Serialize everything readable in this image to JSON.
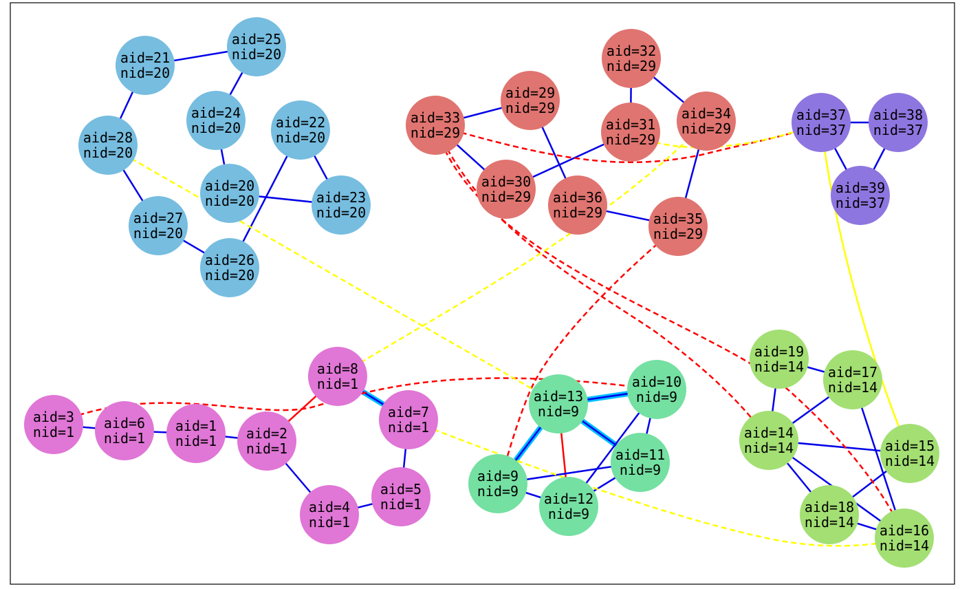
{
  "colors": {
    "group_1": "#e076d6",
    "group_9": "#74e0a2",
    "group_14": "#a3df73",
    "group_20": "#76bde0",
    "group_29": "#e07470",
    "group_37": "#8e76e0",
    "edge_blue": "#0000e8",
    "edge_red": "#ff0000",
    "edge_yellow": "#ffff00",
    "edge_highlight": "#00bfff",
    "frame": "#000000"
  },
  "nodes": [
    {
      "id": "n3",
      "aid_text": "aid=3",
      "nid_text": "nid=1",
      "group": "group_1"
    },
    {
      "id": "n6",
      "aid_text": "aid=6",
      "nid_text": "nid=1",
      "group": "group_1"
    },
    {
      "id": "n1",
      "aid_text": "aid=1",
      "nid_text": "nid=1",
      "group": "group_1"
    },
    {
      "id": "n2",
      "aid_text": "aid=2",
      "nid_text": "nid=1",
      "group": "group_1"
    },
    {
      "id": "n8",
      "aid_text": "aid=8",
      "nid_text": "nid=1",
      "group": "group_1"
    },
    {
      "id": "n7",
      "aid_text": "aid=7",
      "nid_text": "nid=1",
      "group": "group_1"
    },
    {
      "id": "n4",
      "aid_text": "aid=4",
      "nid_text": "nid=1",
      "group": "group_1"
    },
    {
      "id": "n5",
      "aid_text": "aid=5",
      "nid_text": "nid=1",
      "group": "group_1"
    },
    {
      "id": "n13",
      "aid_text": "aid=13",
      "nid_text": "nid=9",
      "group": "group_9"
    },
    {
      "id": "n10",
      "aid_text": "aid=10",
      "nid_text": "nid=9",
      "group": "group_9"
    },
    {
      "id": "n11",
      "aid_text": "aid=11",
      "nid_text": "nid=9",
      "group": "group_9"
    },
    {
      "id": "n9",
      "aid_text": "aid=9",
      "nid_text": "nid=9",
      "group": "group_9"
    },
    {
      "id": "n12",
      "aid_text": "aid=12",
      "nid_text": "nid=9",
      "group": "group_9"
    },
    {
      "id": "n19",
      "aid_text": "aid=19",
      "nid_text": "nid=14",
      "group": "group_14"
    },
    {
      "id": "n17",
      "aid_text": "aid=17",
      "nid_text": "nid=14",
      "group": "group_14"
    },
    {
      "id": "n14",
      "aid_text": "aid=14",
      "nid_text": "nid=14",
      "group": "group_14"
    },
    {
      "id": "n15",
      "aid_text": "aid=15",
      "nid_text": "nid=14",
      "group": "group_14"
    },
    {
      "id": "n18",
      "aid_text": "aid=18",
      "nid_text": "nid=14",
      "group": "group_14"
    },
    {
      "id": "n16",
      "aid_text": "aid=16",
      "nid_text": "nid=14",
      "group": "group_14"
    },
    {
      "id": "n21",
      "aid_text": "aid=21",
      "nid_text": "nid=20",
      "group": "group_20"
    },
    {
      "id": "n25",
      "aid_text": "aid=25",
      "nid_text": "nid=20",
      "group": "group_20"
    },
    {
      "id": "n24",
      "aid_text": "aid=24",
      "nid_text": "nid=20",
      "group": "group_20"
    },
    {
      "id": "n22",
      "aid_text": "aid=22",
      "nid_text": "nid=20",
      "group": "group_20"
    },
    {
      "id": "n28",
      "aid_text": "aid=28",
      "nid_text": "nid=20",
      "group": "group_20"
    },
    {
      "id": "n20",
      "aid_text": "aid=20",
      "nid_text": "nid=20",
      "group": "group_20"
    },
    {
      "id": "n23",
      "aid_text": "aid=23",
      "nid_text": "nid=20",
      "group": "group_20"
    },
    {
      "id": "n27",
      "aid_text": "aid=27",
      "nid_text": "nid=20",
      "group": "group_20"
    },
    {
      "id": "n26",
      "aid_text": "aid=26",
      "nid_text": "nid=20",
      "group": "group_20"
    },
    {
      "id": "n32",
      "aid_text": "aid=32",
      "nid_text": "nid=29",
      "group": "group_29"
    },
    {
      "id": "n29",
      "aid_text": "aid=29",
      "nid_text": "nid=29",
      "group": "group_29"
    },
    {
      "id": "n33",
      "aid_text": "aid=33",
      "nid_text": "nid=29",
      "group": "group_29"
    },
    {
      "id": "n31",
      "aid_text": "aid=31",
      "nid_text": "nid=29",
      "group": "group_29"
    },
    {
      "id": "n34",
      "aid_text": "aid=34",
      "nid_text": "nid=29",
      "group": "group_29"
    },
    {
      "id": "n30",
      "aid_text": "aid=30",
      "nid_text": "nid=29",
      "group": "group_29"
    },
    {
      "id": "n36",
      "aid_text": "aid=36",
      "nid_text": "nid=29",
      "group": "group_29"
    },
    {
      "id": "n35",
      "aid_text": "aid=35",
      "nid_text": "nid=29",
      "group": "group_29"
    },
    {
      "id": "n37",
      "aid_text": "aid=37",
      "nid_text": "nid=37",
      "group": "group_37"
    },
    {
      "id": "n38",
      "aid_text": "aid=38",
      "nid_text": "nid=37",
      "group": "group_37"
    },
    {
      "id": "n39",
      "aid_text": "aid=39",
      "nid_text": "nid=37",
      "group": "group_37"
    }
  ],
  "edges": [
    {
      "from": "n3",
      "to": "n6",
      "kind": "positive"
    },
    {
      "from": "n6",
      "to": "n1",
      "kind": "positive"
    },
    {
      "from": "n1",
      "to": "n2",
      "kind": "positive"
    },
    {
      "from": "n2",
      "to": "n4",
      "kind": "positive"
    },
    {
      "from": "n4",
      "to": "n5",
      "kind": "positive"
    },
    {
      "from": "n5",
      "to": "n7",
      "kind": "positive"
    },
    {
      "from": "n8",
      "to": "n7",
      "kind": "highlighted"
    },
    {
      "from": "n2",
      "to": "n8",
      "kind": "negative"
    },
    {
      "from": "n13",
      "to": "n10",
      "kind": "highlighted"
    },
    {
      "from": "n13",
      "to": "n11",
      "kind": "highlighted"
    },
    {
      "from": "n13",
      "to": "n9",
      "kind": "highlighted"
    },
    {
      "from": "n13",
      "to": "n12",
      "kind": "negative"
    },
    {
      "from": "n10",
      "to": "n11",
      "kind": "positive"
    },
    {
      "from": "n10",
      "to": "n12",
      "kind": "positive"
    },
    {
      "from": "n9",
      "to": "n11",
      "kind": "positive"
    },
    {
      "from": "n9",
      "to": "n12",
      "kind": "positive"
    },
    {
      "from": "n12",
      "to": "n11",
      "kind": "positive"
    },
    {
      "from": "n19",
      "to": "n17",
      "kind": "positive"
    },
    {
      "from": "n19",
      "to": "n14",
      "kind": "positive"
    },
    {
      "from": "n17",
      "to": "n14",
      "kind": "positive"
    },
    {
      "from": "n17",
      "to": "n16",
      "kind": "positive"
    },
    {
      "from": "n14",
      "to": "n15",
      "kind": "positive"
    },
    {
      "from": "n14",
      "to": "n18",
      "kind": "positive"
    },
    {
      "from": "n14",
      "to": "n16",
      "kind": "positive"
    },
    {
      "from": "n15",
      "to": "n18",
      "kind": "positive"
    },
    {
      "from": "n18",
      "to": "n16",
      "kind": "positive"
    },
    {
      "from": "n21",
      "to": "n25",
      "kind": "positive"
    },
    {
      "from": "n21",
      "to": "n28",
      "kind": "positive"
    },
    {
      "from": "n25",
      "to": "n24",
      "kind": "positive"
    },
    {
      "from": "n24",
      "to": "n20",
      "kind": "positive"
    },
    {
      "from": "n28",
      "to": "n27",
      "kind": "positive"
    },
    {
      "from": "n27",
      "to": "n26",
      "kind": "positive"
    },
    {
      "from": "n20",
      "to": "n23",
      "kind": "positive"
    },
    {
      "from": "n22",
      "to": "n23",
      "kind": "positive"
    },
    {
      "from": "n22",
      "to": "n26",
      "kind": "positive"
    },
    {
      "from": "n33",
      "to": "n29",
      "kind": "positive"
    },
    {
      "from": "n33",
      "to": "n30",
      "kind": "positive"
    },
    {
      "from": "n29",
      "to": "n36",
      "kind": "positive"
    },
    {
      "from": "n32",
      "to": "n31",
      "kind": "positive"
    },
    {
      "from": "n32",
      "to": "n34",
      "kind": "positive"
    },
    {
      "from": "n31",
      "to": "n30",
      "kind": "positive"
    },
    {
      "from": "n34",
      "to": "n35",
      "kind": "positive"
    },
    {
      "from": "n36",
      "to": "n35",
      "kind": "positive"
    },
    {
      "from": "n37",
      "to": "n38",
      "kind": "positive"
    },
    {
      "from": "n37",
      "to": "n39",
      "kind": "positive"
    },
    {
      "from": "n38",
      "to": "n39",
      "kind": "positive"
    },
    {
      "from": "n3",
      "to": "n10",
      "kind": "inter_negative"
    },
    {
      "from": "n33",
      "to": "n37",
      "kind": "inter_negative"
    },
    {
      "from": "n33",
      "to": "n14",
      "kind": "inter_negative"
    },
    {
      "from": "n33",
      "to": "n16",
      "kind": "inter_negative"
    },
    {
      "from": "n35",
      "to": "n9",
      "kind": "inter_negative"
    },
    {
      "from": "n28",
      "to": "n13",
      "kind": "inter_incomparable"
    },
    {
      "from": "n8",
      "to": "n34",
      "kind": "inter_incomparable"
    },
    {
      "from": "n7",
      "to": "n16",
      "kind": "inter_incomparable"
    },
    {
      "from": "n31",
      "to": "n37",
      "kind": "inter_incomparable"
    },
    {
      "from": "n37",
      "to": "n15",
      "kind": "incomparable_curve"
    }
  ]
}
